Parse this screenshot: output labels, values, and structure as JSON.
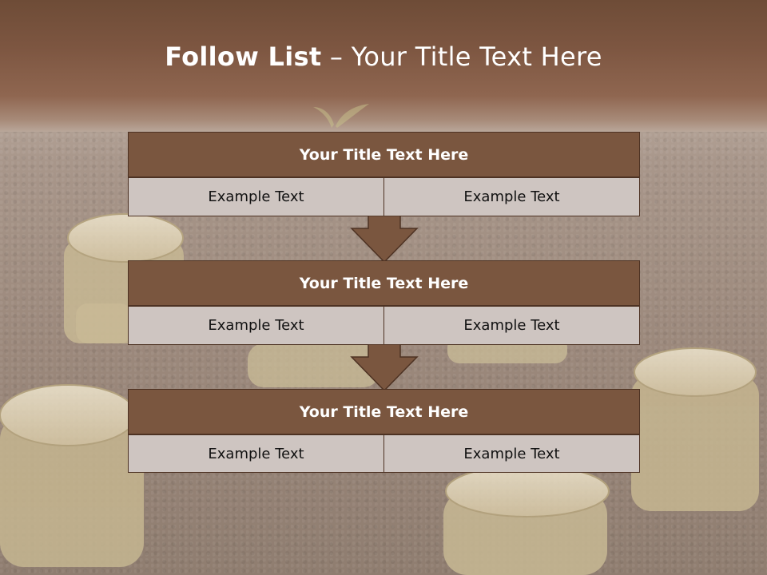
{
  "slide": {
    "title_bold": "Follow List",
    "title_dash": "–",
    "title_rest": "Your Title Text Here"
  },
  "blocks": [
    {
      "title": "Your Title Text Here",
      "left_text": "Example Text",
      "right_text": "Example Text"
    },
    {
      "title": "Your Title Text Here",
      "left_text": "Example Text",
      "right_text": "Example Text"
    },
    {
      "title": "Your Title Text Here",
      "left_text": "Example Text",
      "right_text": "Example Text"
    }
  ],
  "colors": {
    "header_fill": "#7a563f",
    "border": "#4d3223",
    "cell_fill": "#cec5c1",
    "title_text": "#ffffff"
  },
  "icons": {
    "connector": "down-arrow-icon",
    "background": "coin-stacks-image"
  }
}
